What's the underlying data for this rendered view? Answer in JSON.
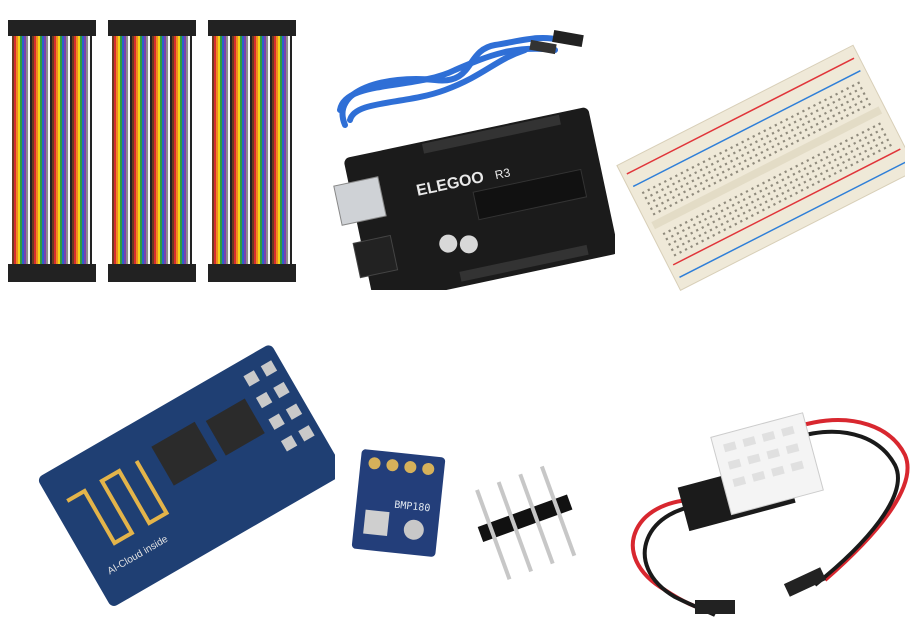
{
  "products": {
    "jumper_wires": {
      "name": "jumper-wire-bundles",
      "wire_colors": [
        "#6b3b1e",
        "#d62e2e",
        "#f08a1e",
        "#f2d21b",
        "#2e9e3e",
        "#2b63c9",
        "#7b3fb0",
        "#8c8c8c",
        "#f4f4f4",
        "#222222"
      ]
    },
    "arduino": {
      "brand_text": "ELEGOO",
      "model_text": "R3",
      "board_color": "#1b1b1b",
      "cable_color": "#2f6fd6"
    },
    "breadboard": {
      "board_color": "#efe9d8",
      "rail_red": "#e0353a",
      "rail_blue": "#2f7fd8"
    },
    "esp8266": {
      "antenna_text": "AI-Cloud inside",
      "board_color": "#1f3f73"
    },
    "bmp180": {
      "label": "BMP180",
      "board_color": "#233e7a"
    },
    "header_pins": {
      "pin_count": 4
    },
    "dht22": {
      "sensor_color": "#f4f4f4",
      "board_color": "#1b1b1b",
      "wire_colors": [
        "#d8272f",
        "#1a1a1a"
      ]
    }
  }
}
